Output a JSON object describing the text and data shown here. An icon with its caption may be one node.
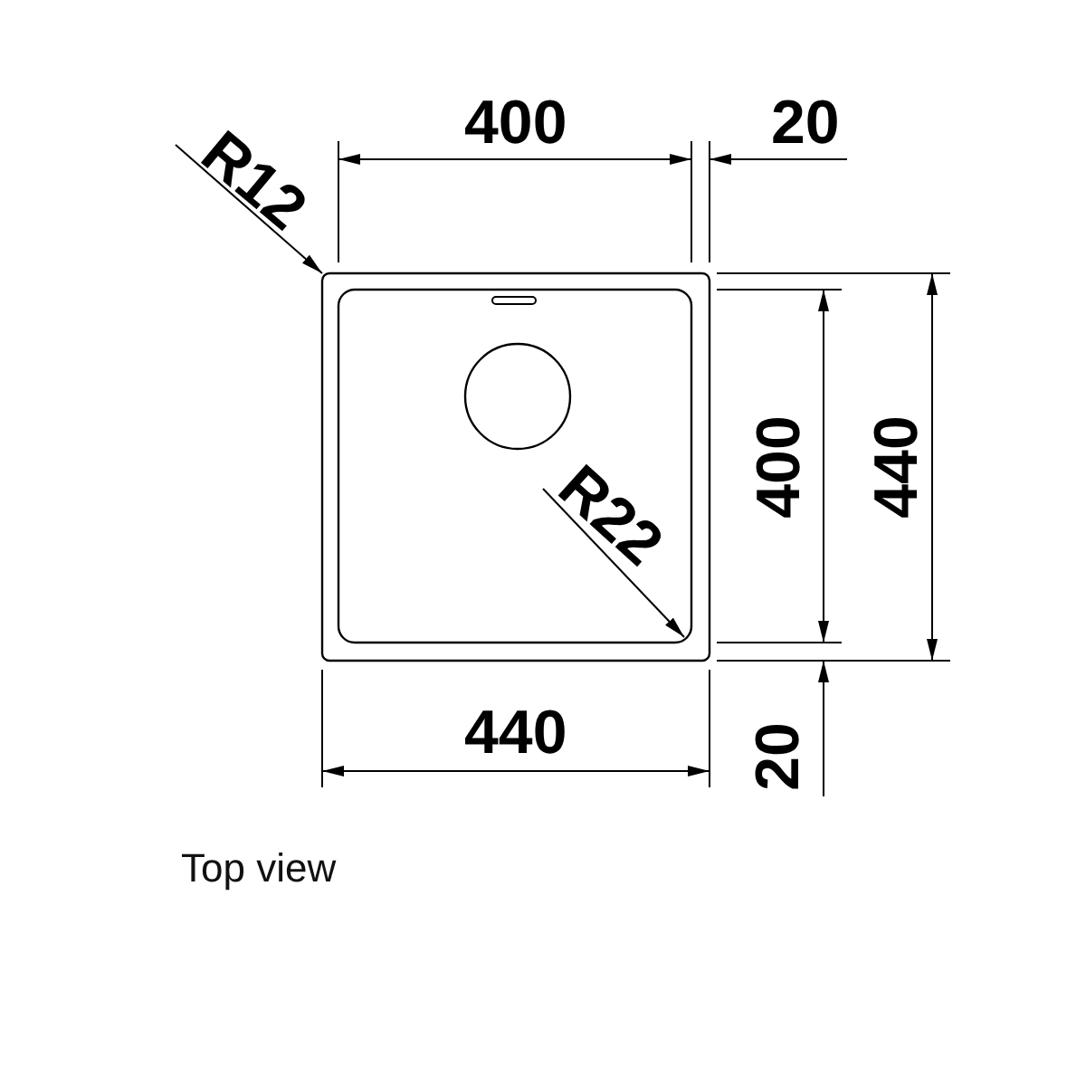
{
  "diagram": {
    "caption": "Top view",
    "labels": [
      "R12",
      "400",
      "20",
      "R22",
      "400",
      "440",
      "440",
      "20"
    ]
  }
}
